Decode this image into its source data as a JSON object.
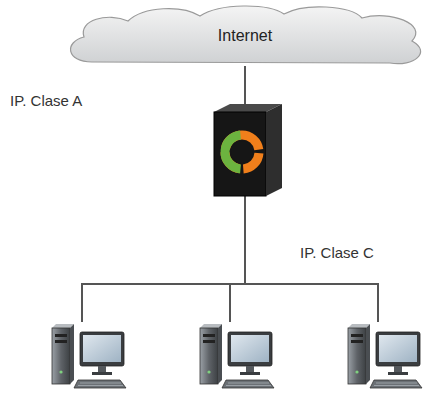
{
  "diagram": {
    "nodes": [
      {
        "text": [
          "Internet"
        ]
      }
    ],
    "labels": [
      "IP. Clase A",
      "IP. Clase C"
    ]
  }
}
